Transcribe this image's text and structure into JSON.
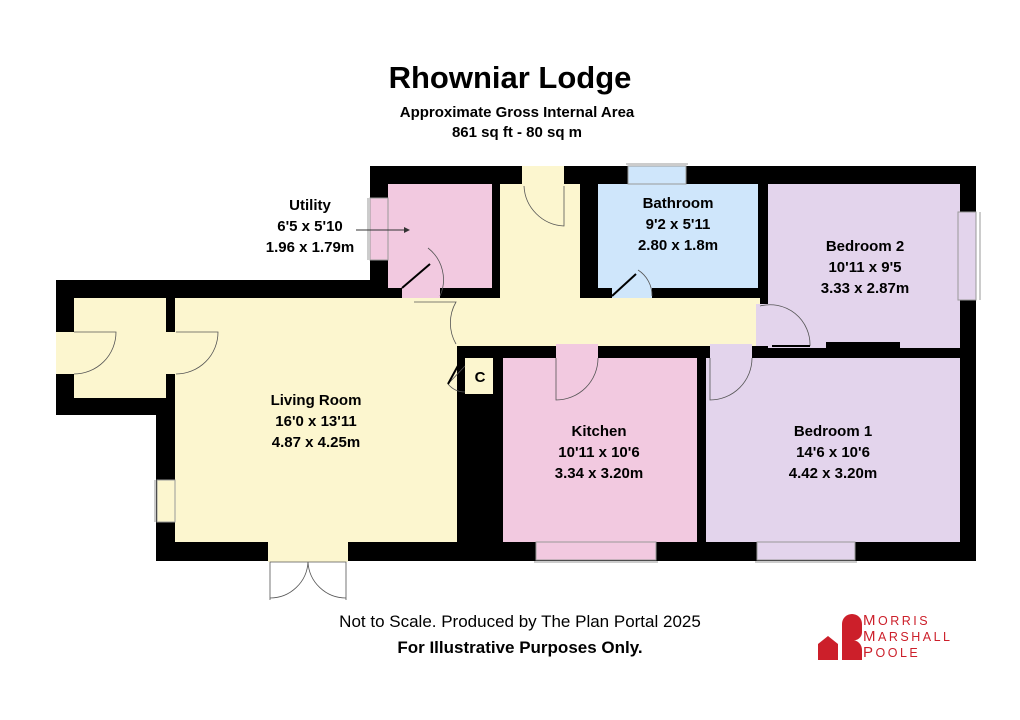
{
  "header": {
    "title": "Rhowniar Lodge",
    "subtitle": "Approximate Gross Internal Area",
    "area": "861 sq ft - 80 sq m"
  },
  "rooms": [
    {
      "name": "Utility",
      "imperial": "6'5 x 5'10",
      "metric": "1.96 x 1.79m",
      "color": "#f2c9e0"
    },
    {
      "name": "Bathroom",
      "imperial": "9'2 x 5'11",
      "metric": "2.80 x 1.8m",
      "color": "#cfe6fb"
    },
    {
      "name": "Bedroom 2",
      "imperial": "10'11 x 9'5",
      "metric": "3.33 x 2.87m",
      "color": "#e3d4ec"
    },
    {
      "name": "Living Room",
      "imperial": "16'0 x 13'11",
      "metric": "4.87 x 4.25m",
      "color": "#fcf6cf"
    },
    {
      "name": "Kitchen",
      "imperial": "10'11 x 10'6",
      "metric": "3.34 x 3.20m",
      "color": "#f2c9e0"
    },
    {
      "name": "Bedroom 1",
      "imperial": "14'6 x 10'6",
      "metric": "4.42 x 3.20m",
      "color": "#e3d4ec"
    }
  ],
  "cupboard_label": "C",
  "footer": {
    "line1": "Not to Scale. Produced by The Plan Portal 2025",
    "line2": "For Illustrative Purposes Only."
  },
  "logo": {
    "line1_cap": "M",
    "line1_rest": "ORRIS",
    "line2_cap": "M",
    "line2_rest": "ARSHALL",
    "line3_cap": "P",
    "line3_rest": "OOLE",
    "color": "#cc1f2a"
  },
  "colors": {
    "wall": "#000000",
    "hall": "#fcf6cf",
    "pink": "#f2c9e0",
    "blue": "#cfe6fb",
    "lilac": "#e3d4ec"
  }
}
